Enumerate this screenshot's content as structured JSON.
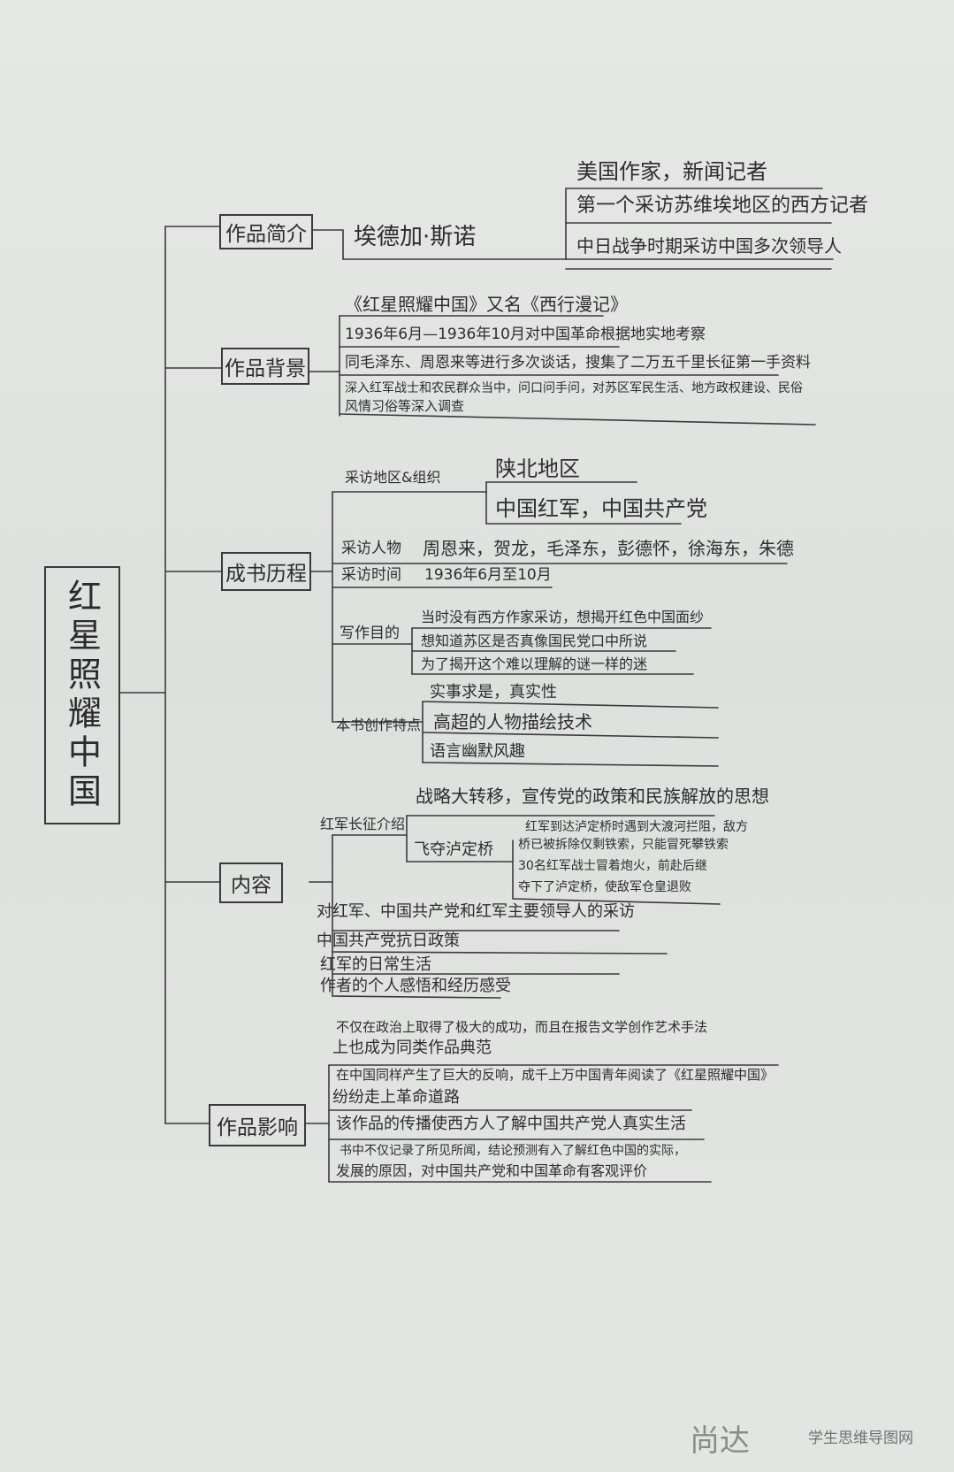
{
  "root": "红星照耀中国",
  "branches": {
    "intro": {
      "label": "作品简介",
      "author": "埃德加·斯诺",
      "details": [
        "美国作家，新闻记者",
        "第一个采访苏维埃地区的西方记者",
        "中日战争时期采访中国多次领导人"
      ]
    },
    "background": {
      "label": "作品背景",
      "items": [
        "《红星照耀中国》又名《西行漫记》",
        "1936年6月—1936年10月对中国革命根据地实地考察",
        "同毛泽东、周恩来等进行多次谈话，搜集了二万五千里长征第一手资料",
        "深入红军战士和农民群众当中，问口问手问，对苏区军民生活、地方政权建设、民俗",
        "风情习俗等深入调查"
      ]
    },
    "process": {
      "label": "成书历程",
      "region_label": "采访地区&组织",
      "region": [
        "陕北地区",
        "中国红军，中国共产党"
      ],
      "people_label": "采访人物",
      "people": "周恩来，贺龙，毛泽东，彭德怀，徐海东，朱德",
      "time_label": "采访时间",
      "time": "1936年6月至10月",
      "purpose_label": "写作目的",
      "purpose": [
        "当时没有西方作家采访，想揭开红色中国面纱",
        "想知道苏区是否真像国民党口中所说",
        "为了揭开这个难以理解的谜一样的迷"
      ],
      "features_label": "本书创作特点",
      "features": [
        "实事求是，真实性",
        "高超的人物描绘技术",
        "语言幽默风趣"
      ]
    },
    "content": {
      "label": "内容",
      "march_label": "红军长征介绍",
      "march_top": "战略大转移，宣传党的政策和民族解放的思想",
      "luding_label": "飞夺泸定桥",
      "luding": [
        "红军到达泸定桥时遇到大渡河拦阻，敌方",
        "桥已被拆除仅剩铁索，只能冒死攀铁索",
        "30名红军战士冒着炮火，前赴后继",
        "夺下了泸定桥，使敌军仓皇退败"
      ],
      "items": [
        "对红军、中国共产党和红军主要领导人的采访",
        "中国共产党抗日政策",
        "红军的日常生活",
        "作者的个人感悟和经历感受"
      ]
    },
    "impact": {
      "label": "作品影响",
      "items": [
        "不仅在政治上取得了极大的成功，而且在报告文学创作艺术手法",
        "上也成为同类作品典范",
        "在中国同样产生了巨大的反响，成千上万中国青年阅读了《红星照耀中国》",
        "纷纷走上革命道路",
        "该作品的传播使西方人了解中国共产党人真实生活",
        "书中不仅记录了所见所闻，结论预测有入了解红色中国的实际，",
        "发展的原因，对中国共产党和中国革命有客观评价"
      ]
    }
  },
  "signature": "尚达",
  "watermark": "学生思维导图网"
}
